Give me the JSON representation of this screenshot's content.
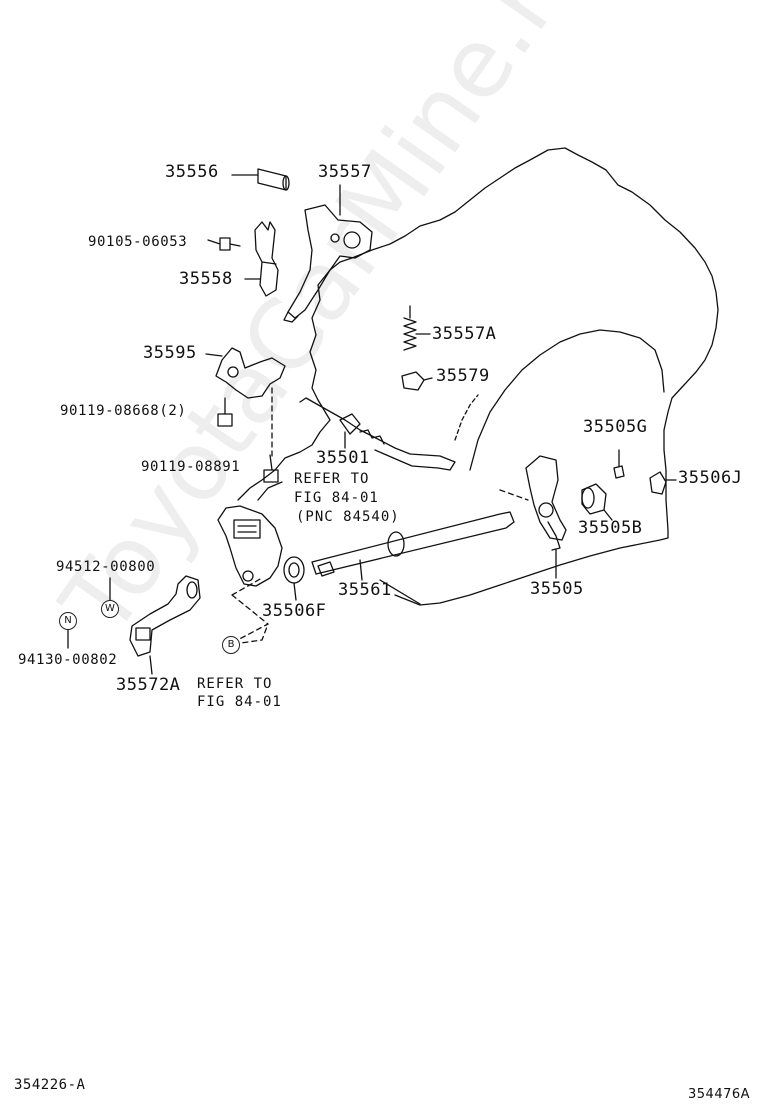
{
  "watermark": "ToyotaCarMine.ru",
  "parts": {
    "p35556": "35556",
    "p35557": "35557",
    "p90105": "90105-06053",
    "p35558": "35558",
    "p35595": "35595",
    "p90119_08668": "90119-08668(2)",
    "p90119_08891": "90119-08891",
    "p35557A": "35557A",
    "p35579": "35579",
    "p35501": "35501",
    "p35505G": "35505G",
    "p35506J": "35506J",
    "p35505B": "35505B",
    "p35505": "35505",
    "p35561": "35561",
    "p35506F": "35506F",
    "p94512": "94512-00800",
    "p94130": "94130-00802",
    "p35572A": "35572A"
  },
  "refs": {
    "ref1_line1": "REFER TO",
    "ref1_line2": "FIG 84-01",
    "ref1_line3": "(PNC 84540)",
    "ref2_line1": "REFER TO",
    "ref2_line2": "FIG 84-01"
  },
  "markers": {
    "w": "W",
    "n": "N",
    "b": "B"
  },
  "footer": {
    "left_code": "354226-A",
    "right_code": "354476A"
  }
}
